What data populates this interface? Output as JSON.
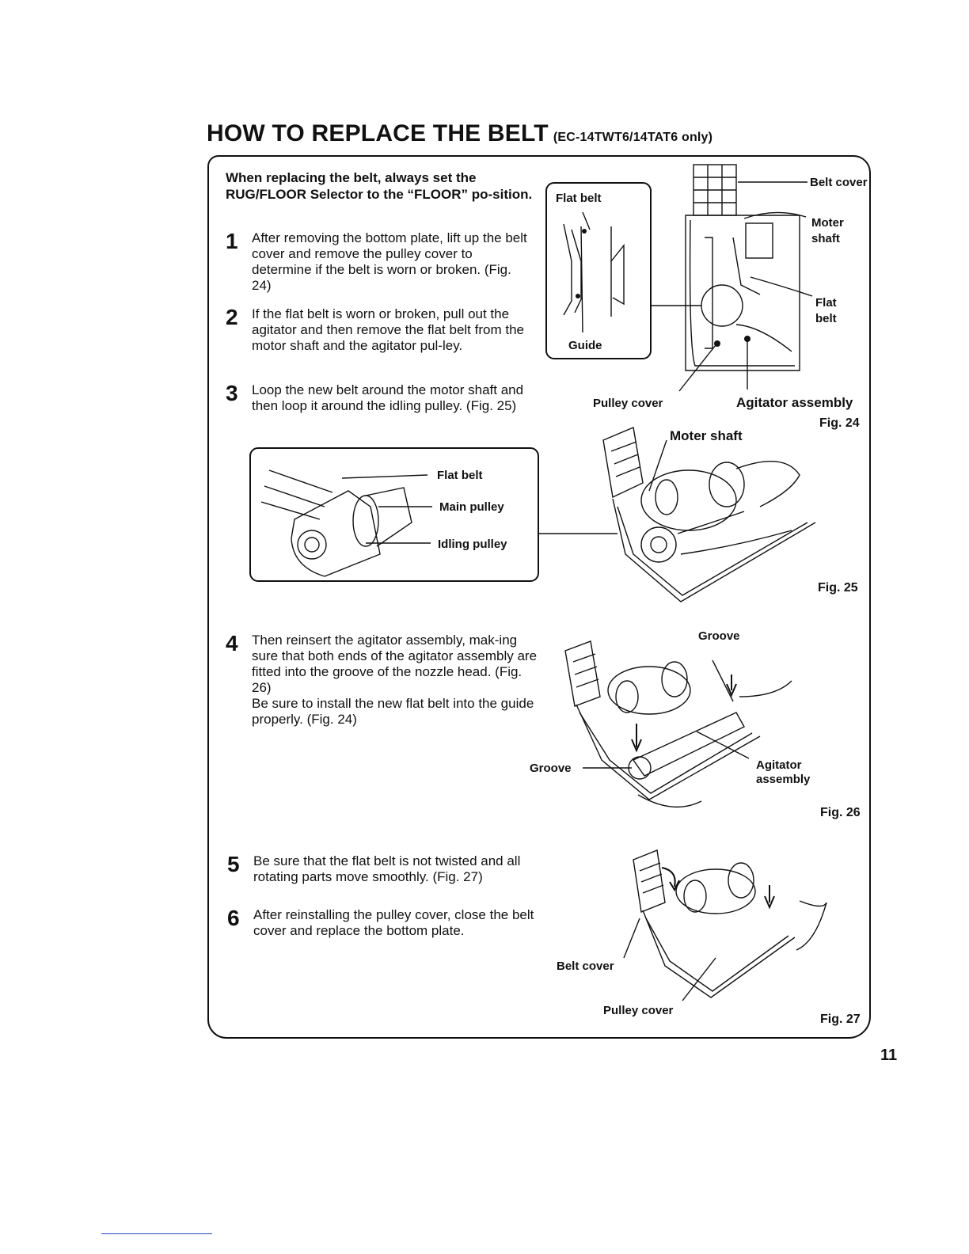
{
  "header": {
    "title": "HOW TO REPLACE THE BELT",
    "subtitle": "(EC-14TWT6/14TAT6 only)"
  },
  "intro": "When replacing the belt, always set the RUG/FLOOR Selector to the “FLOOR” po-sition.",
  "steps": [
    {
      "num": "1",
      "text": "After removing the bottom plate, lift up the belt cover and remove the pulley cover to determine if the belt is worn or broken. (Fig. 24)"
    },
    {
      "num": "2",
      "text": "If the flat belt is worn or broken, pull out the agitator and then remove the flat belt from the motor shaft and the agitator pul-ley."
    },
    {
      "num": "3",
      "text": "Loop the new belt around the motor shaft and then loop it around the idling pulley. (Fig. 25)"
    },
    {
      "num": "4",
      "text": "Then reinsert the agitator assembly, mak-ing sure that both ends of the agitator assembly are fitted into the groove of the nozzle head. (Fig. 26)\nBe sure to install the new flat belt into the guide properly. (Fig. 24)"
    },
    {
      "num": "5",
      "text": "Be sure that the flat belt is not twisted and all rotating parts move smoothly. (Fig. 27)"
    },
    {
      "num": "6",
      "text": "After reinstalling the pulley cover, close the belt cover and replace the bottom plate."
    }
  ],
  "fig24": {
    "inset_top": "Flat belt",
    "inset_bottom": "Guide",
    "belt_cover": "Belt cover",
    "moter_shaft": "Moter shaft",
    "flat_belt": "Flat belt",
    "pulley_cover": "Pulley cover",
    "agitator": "Agitator assembly",
    "caption": "Fig. 24"
  },
  "fig25": {
    "inset_flat_belt": "Flat belt",
    "inset_main_pulley": "Main pulley",
    "inset_idling_pulley": "Idling pulley",
    "moter_shaft": "Moter shaft",
    "caption": "Fig. 25"
  },
  "fig26": {
    "groove_top": "Groove",
    "groove_left": "Groove",
    "agitator": "Agitator assembly",
    "caption": "Fig. 26"
  },
  "fig27": {
    "belt_cover": "Belt cover",
    "pulley_cover": "Pulley cover",
    "caption": "Fig. 27"
  },
  "page_number": "11"
}
